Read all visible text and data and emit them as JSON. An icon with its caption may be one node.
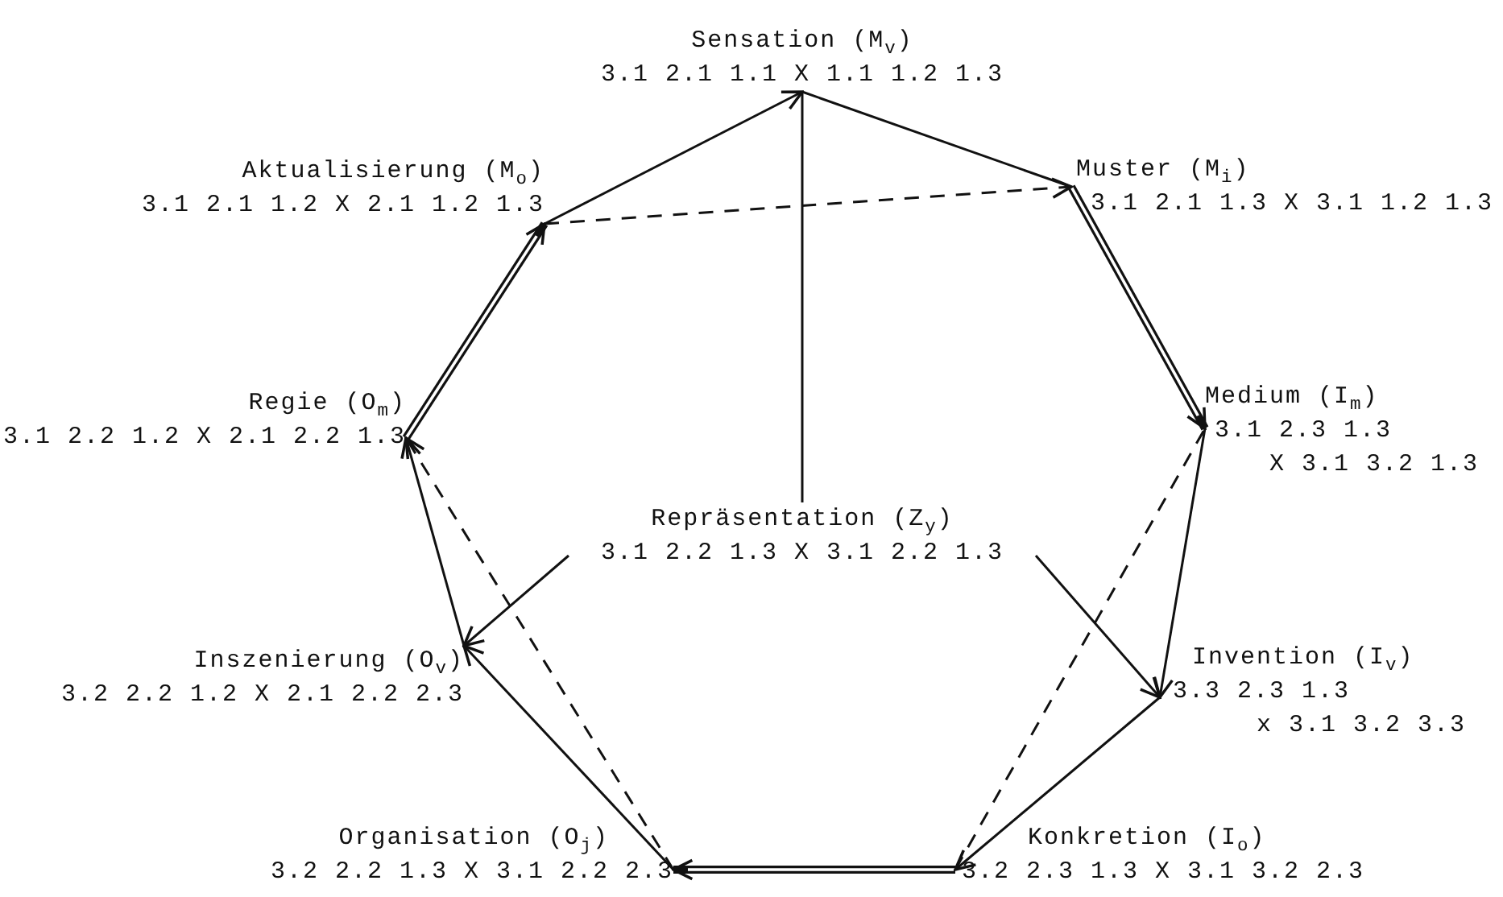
{
  "diagram": {
    "nodes": [
      {
        "text": [
          "Sensation (M$_{v}$)",
          "3.1 2.1 1.1 X 1.1 1.2 1.3"
        ]
      },
      {
        "text": [
          "Aktualisierung (M$_{o}$)",
          "3.1 2.1 1.2 X 2.1 1.2 1.3"
        ]
      },
      {
        "text": [
          "Muster (M$_{i}$)",
          "3.1 2.1 1.3 X 3.1 1.2 1.3"
        ]
      },
      {
        "text": [
          "Regie (O$_{m}$)",
          "3.1 2.2 1.2 X 2.1 2.2 1.3"
        ]
      },
      {
        "text": [
          "Medium (I$_{m}$)",
          "3.1 2.3 1.3",
          "X 3.1 3.2 1.3"
        ]
      },
      {
        "text": [
          "Repräsentation (Z$_{y}$)",
          "3.1 2.2 1.3 X 3.1 2.2 1.3"
        ]
      },
      {
        "text": [
          "Inszenierung (O$_{v}$)",
          "3.2 2.2 1.2 X 2.1 2.2 2.3"
        ]
      },
      {
        "text": [
          "Invention (I$_{v}$)",
          "3.3 2.3 1.3",
          "x 3.1 3.2 3.3"
        ]
      },
      {
        "text": [
          "Organisation (O$_{j}$)",
          "3.2 2.2 1.3 X 3.1 2.2 2.3"
        ]
      },
      {
        "text": [
          "Konkretion (I$_{o}$)",
          "3.2 2.3 1.3 X 3.1 3.2 2.3"
        ]
      }
    ],
    "edges": [
      {
        "from": 1,
        "to": 0,
        "arrow": "to"
      },
      {
        "from": 0,
        "to": 2,
        "arrow": "none"
      },
      {
        "from": 5,
        "to": 0,
        "arrow": "none"
      },
      {
        "from": 2,
        "to": 4,
        "arrow": "to",
        "style": "thick"
      },
      {
        "from": 4,
        "to": 7,
        "arrow": "to"
      },
      {
        "from": 5,
        "to": 7,
        "arrow": "to"
      },
      {
        "from": 7,
        "to": 9,
        "arrow": "to"
      },
      {
        "from": 9,
        "to": 8,
        "arrow": "to",
        "style": "thick"
      },
      {
        "from": 8,
        "to": 6,
        "arrow": "to"
      },
      {
        "from": 5,
        "to": 6,
        "arrow": "to"
      },
      {
        "from": 6,
        "to": 3,
        "arrow": "to"
      },
      {
        "from": 3,
        "to": 1,
        "arrow": "to",
        "style": "thick"
      },
      {
        "from": 1,
        "to": 2,
        "arrow": "to",
        "style": "dashed"
      },
      {
        "from": 8,
        "to": 3,
        "arrow": "to",
        "style": "dashed"
      },
      {
        "from": 9,
        "to": 4,
        "arrow": "none",
        "style": "dashed"
      }
    ]
  }
}
